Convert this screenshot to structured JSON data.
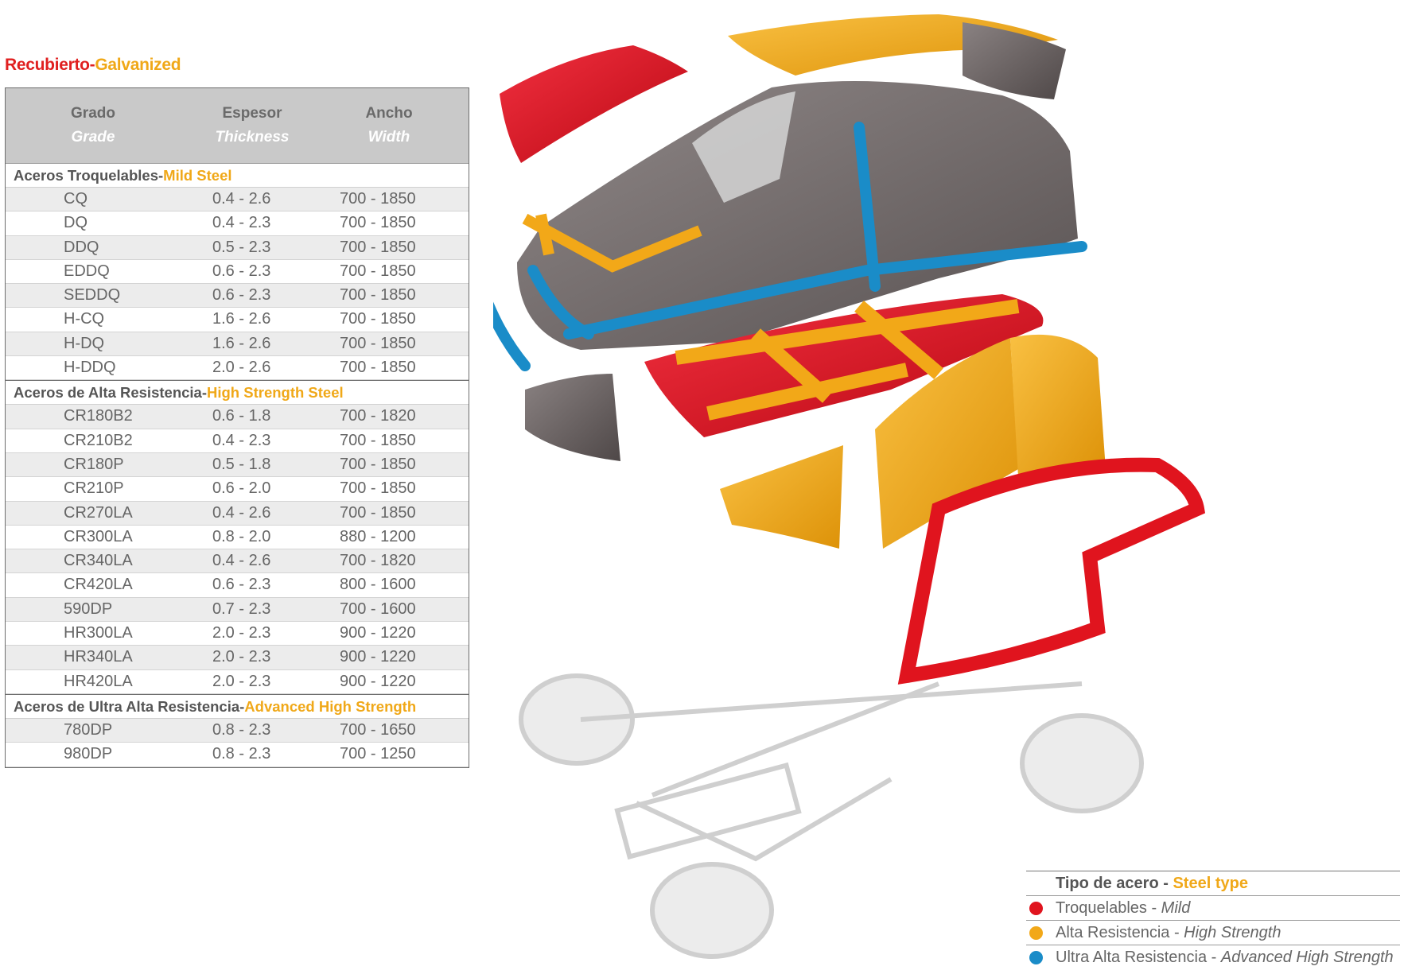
{
  "title": {
    "es": "Recubierto-",
    "en": "Galvanized"
  },
  "table": {
    "headers": [
      {
        "es": "Grado",
        "en": "Grade"
      },
      {
        "es": "Espesor",
        "en": "Thickness"
      },
      {
        "es": "Ancho",
        "en": "Width"
      }
    ],
    "sections": [
      {
        "es": "Aceros Troquelables-",
        "en": "Mild Steel",
        "rows": [
          [
            "CQ",
            "0.4 - 2.6",
            "700 - 1850"
          ],
          [
            "DQ",
            "0.4 - 2.3",
            "700 - 1850"
          ],
          [
            "DDQ",
            "0.5 - 2.3",
            "700 - 1850"
          ],
          [
            "EDDQ",
            "0.6 - 2.3",
            "700 - 1850"
          ],
          [
            "SEDDQ",
            "0.6 - 2.3",
            "700 - 1850"
          ],
          [
            "H-CQ",
            "1.6 - 2.6",
            "700 - 1850"
          ],
          [
            "H-DQ",
            "1.6 - 2.6",
            "700 - 1850"
          ],
          [
            "H-DDQ",
            "2.0 - 2.6",
            "700 - 1850"
          ]
        ]
      },
      {
        "es": "Aceros de Alta Resistencia-",
        "en": "High Strength Steel",
        "rows": [
          [
            "CR180B2",
            "0.6 - 1.8",
            "700 - 1820"
          ],
          [
            "CR210B2",
            "0.4 - 2.3",
            "700 - 1850"
          ],
          [
            "CR180P",
            "0.5 - 1.8",
            "700 - 1850"
          ],
          [
            "CR210P",
            "0.6 - 2.0",
            "700 - 1850"
          ],
          [
            "CR270LA",
            "0.4 - 2.6",
            "700 - 1850"
          ],
          [
            "CR300LA",
            "0.8 - 2.0",
            "880 - 1200"
          ],
          [
            "CR340LA",
            "0.4 - 2.6",
            "700 - 1820"
          ],
          [
            "CR420LA",
            "0.6 - 2.3",
            "800 - 1600"
          ],
          [
            "590DP",
            "0.7 - 2.3",
            "700 - 1600"
          ],
          [
            "HR300LA",
            "2.0 - 2.3",
            "900 - 1220"
          ],
          [
            "HR340LA",
            "2.0 - 2.3",
            "900 - 1220"
          ],
          [
            "HR420LA",
            "2.0 - 2.3",
            "900 - 1220"
          ]
        ]
      },
      {
        "es": "Aceros de Ultra Alta Resistencia-",
        "en": "Advanced High Strength",
        "rows": [
          [
            "780DP",
            "0.8 - 2.3",
            "700 - 1650"
          ],
          [
            "980DP",
            "0.8 - 2.3",
            "700 - 1250"
          ]
        ]
      }
    ]
  },
  "legend": {
    "heading_es": "Tipo de acero - ",
    "heading_en": "Steel type",
    "items": [
      {
        "es": "Troquelables - ",
        "en": "Mild",
        "color": "#e0141e"
      },
      {
        "es": "Alta Resistencia - ",
        "en": "High Strength",
        "color": "#f2a818"
      },
      {
        "es": "Ultra Alta Resistencia - ",
        "en": "Advanced High Strength",
        "color": "#1a8cc8"
      }
    ]
  },
  "colors": {
    "mild": "#e0141e",
    "high": "#f2a818",
    "advanced": "#1a8cc8",
    "body": "#6d6565"
  }
}
